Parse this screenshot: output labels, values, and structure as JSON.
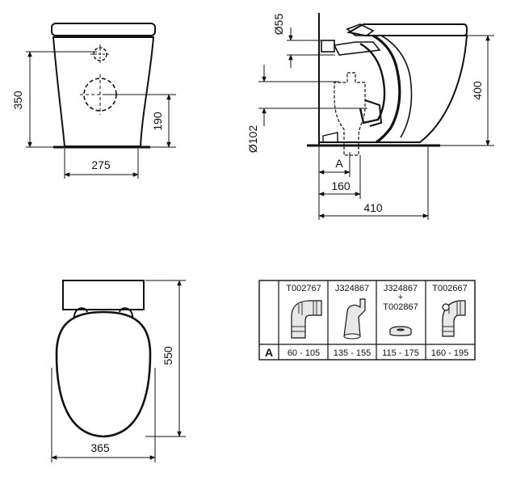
{
  "front_view": {
    "dims": {
      "width": "275",
      "height": "350",
      "outlet_height": "190"
    }
  },
  "side_view": {
    "dims": {
      "inlet_diameter": "Ø55",
      "outlet_diameter": "Ø102",
      "height": "400",
      "offset_a": "A",
      "offset_160": "160",
      "depth": "410"
    }
  },
  "top_view": {
    "dims": {
      "width": "365",
      "depth": "550"
    }
  },
  "connector_table": {
    "row_label": "A",
    "columns": [
      {
        "code": "T002767",
        "code2": "",
        "plus": "",
        "range": "60 - 105",
        "icon": "pan-connector-bend-icon"
      },
      {
        "code": "J324867",
        "code2": "",
        "plus": "",
        "range": "135 - 155",
        "icon": "pan-connector-straight-icon"
      },
      {
        "code": "J324867",
        "code2": "T002867",
        "plus": "+",
        "range": "115 - 175",
        "icon": "pan-connector-adaptor-icon"
      },
      {
        "code": "T002667",
        "code2": "",
        "plus": "",
        "range": "160 - 195",
        "icon": "pan-connector-flexible-icon"
      }
    ]
  },
  "colors": {
    "line": "#111111",
    "background": "#ffffff",
    "hatch": "#333333"
  }
}
